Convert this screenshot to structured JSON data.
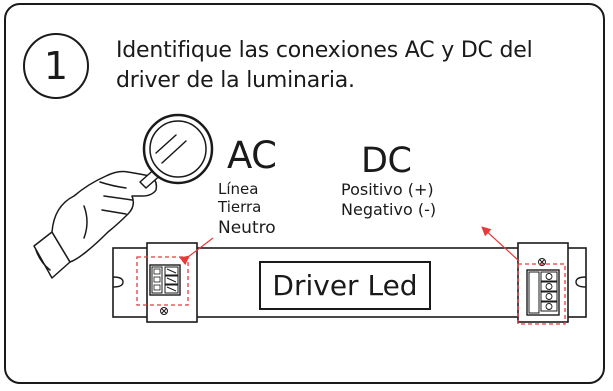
{
  "step": {
    "number": "1"
  },
  "instruction": "Identifique las conexiones AC y DC del driver de la luminaria.",
  "ac": {
    "title": "AC",
    "items": [
      "Línea",
      "Tierra",
      "Neutro"
    ]
  },
  "dc": {
    "title": "DC",
    "items": [
      "Positivo (+)",
      "Negativo (-)"
    ]
  },
  "driver": {
    "label": "Driver Led"
  },
  "colors": {
    "outline": "#1a1a1a",
    "highlight": "#e63b3b"
  },
  "icons": [
    "hand-holding-magnifier-icon",
    "terminal-block-icon",
    "screw-icon",
    "arrow-icon"
  ]
}
